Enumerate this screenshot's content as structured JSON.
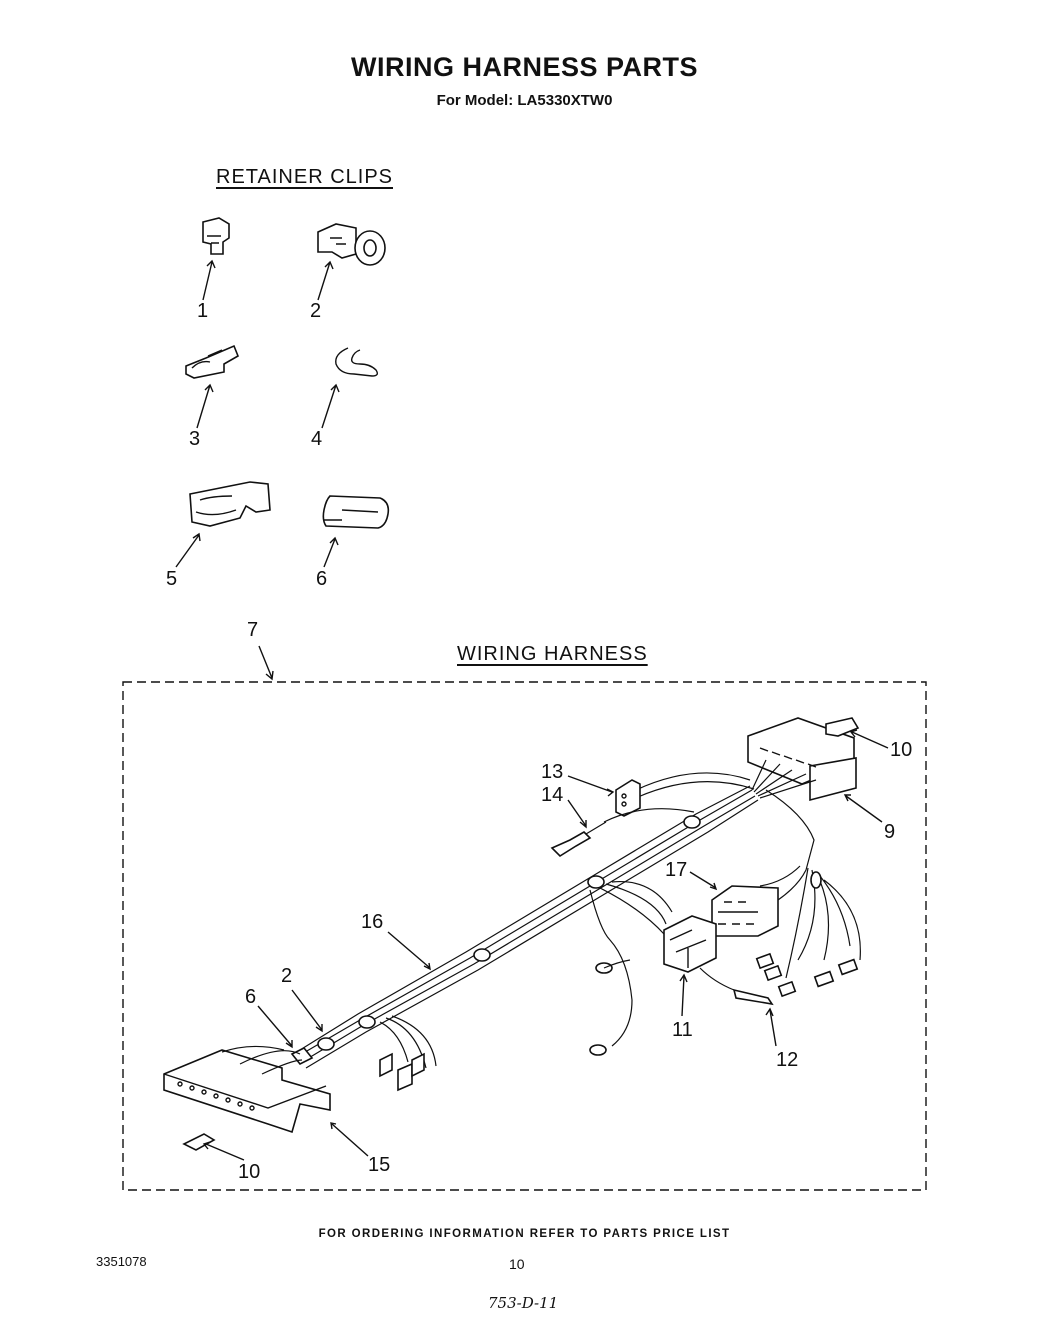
{
  "title": "WIRING HARNESS PARTS",
  "subtitle": "For Model: LA5330XTW0",
  "sections": {
    "retainer_clips": "RETAINER CLIPS",
    "wiring_harness": "WIRING HARNESS"
  },
  "retainer_callouts": [
    "1",
    "2",
    "3",
    "4",
    "5",
    "6"
  ],
  "harness_callouts": {
    "c7": "7",
    "c10a": "10",
    "c9": "9",
    "c13": "13",
    "c14": "14",
    "c17": "17",
    "c16": "16",
    "c2": "2",
    "c6": "6",
    "c11": "11",
    "c12": "12",
    "c15": "15",
    "c10b": "10"
  },
  "footer_note": "FOR ORDERING INFORMATION REFER TO PARTS PRICE LIST",
  "doc_number": "3351078",
  "page_number": "10",
  "handwritten_mark": "753-D-11"
}
